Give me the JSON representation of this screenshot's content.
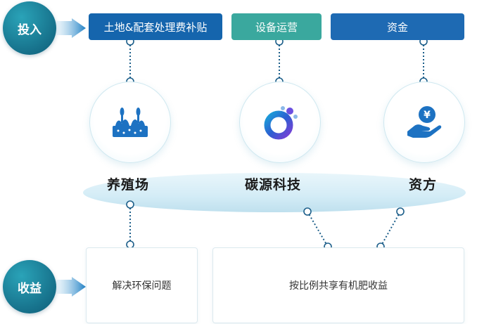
{
  "tags": {
    "input": "投入",
    "output": "收益"
  },
  "inputs": [
    {
      "label": "土地&配套处理费补贴",
      "color": "#1565ad"
    },
    {
      "label": "设备运营",
      "color": "#3aa89e"
    },
    {
      "label": "资金",
      "color": "#1e6ab3"
    }
  ],
  "parties": [
    {
      "label": "养殖场",
      "icon": "farm-icon"
    },
    {
      "label": "碳源科技",
      "icon": "carbon-logo-icon"
    },
    {
      "label": "资方",
      "icon": "hand-yuan-icon"
    }
  ],
  "outcomes": [
    {
      "label": "解决环保问题"
    },
    {
      "label": "按比例共享有机肥收益"
    }
  ],
  "colors": {
    "tag": "#16708a",
    "primary": "#1565ad",
    "teal": "#3aa89e",
    "ellipse": "#d9eef7"
  }
}
